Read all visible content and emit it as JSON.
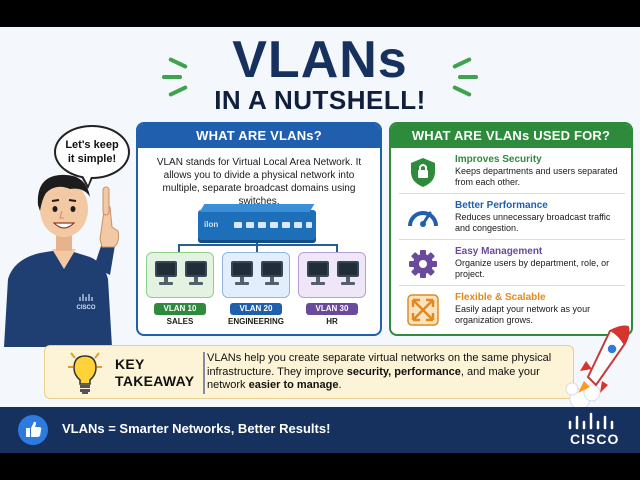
{
  "title": {
    "main": "VLANs",
    "sub": "IN A NUTSHELL!"
  },
  "bubble": {
    "line1": "Let's keep",
    "line2": "it simple!"
  },
  "person": {
    "shirt_logo": "CISCO"
  },
  "left_panel": {
    "heading": "WHAT ARE VLANs?",
    "description": "VLAN stands for Virtual Local Area Network. It allows you to divide a physical network into multiple, separate broadcast domains using switches.",
    "switch_label": "ilon",
    "vlans": [
      {
        "tag": "VLAN 10",
        "name": "SALES",
        "color": "#2e8b3c"
      },
      {
        "tag": "VLAN 20",
        "name": "ENGINEERING",
        "color": "#1f5fae"
      },
      {
        "tag": "VLAN 30",
        "name": "HR",
        "color": "#6a4a9c"
      }
    ]
  },
  "right_panel": {
    "heading": "WHAT ARE VLANs USED FOR?",
    "items": [
      {
        "title": "Improves Security",
        "text": "Keeps departments and users separated from each other.",
        "icon": "shield-lock-icon",
        "color": "#2e8b3c"
      },
      {
        "title": "Better Performance",
        "text": "Reduces unnecessary broadcast traffic and congestion.",
        "icon": "speedometer-icon",
        "color": "#1f5fae"
      },
      {
        "title": "Easy Management",
        "text": "Organize users by department, role, or project.",
        "icon": "gear-icon",
        "color": "#6a4a9c"
      },
      {
        "title": "Flexible & Scalable",
        "text": "Easily adapt your network as your organization grows.",
        "icon": "expand-arrows-icon",
        "color": "#e08a1e"
      }
    ]
  },
  "takeaway": {
    "title_line1": "KEY",
    "title_line2": "TAKEAWAY",
    "text_part1": "VLANs help you create separate virtual networks on the same physical infrastructure. They improve ",
    "bold1": "security, performance",
    "text_part2": ", and make your network ",
    "bold2": "easier to manage",
    "text_part3": "."
  },
  "footer": {
    "text": "VLANs = Smarter Networks, Better Results!",
    "brand": "CISCO"
  }
}
